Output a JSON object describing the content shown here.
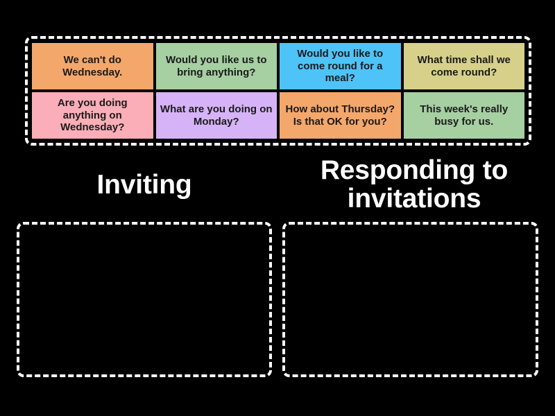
{
  "activity": {
    "type": "group-sort",
    "background_color": "#000000",
    "tile_text_color": "#1a1a1a",
    "heading_text_color": "#ffffff",
    "border_color": "#ffffff"
  },
  "tray": {
    "tiles": [
      {
        "text": "We can't do Wednesday.",
        "color": "#F3A76B"
      },
      {
        "text": "Would you like us to bring anything?",
        "color": "#A6CFA2"
      },
      {
        "text": "Would you like to come round for a meal?",
        "color": "#4EC3F7"
      },
      {
        "text": "What time shall we come round?",
        "color": "#D6D08A"
      },
      {
        "text": "Are you doing anything on Wednesday?",
        "color": "#FBAEB8"
      },
      {
        "text": "What are you doing on Monday?",
        "color": "#D6B3F7"
      },
      {
        "text": "How about Thursday? Is that OK for you?",
        "color": "#F3A76B"
      },
      {
        "text": "This week's really busy for us.",
        "color": "#A6CFA2"
      }
    ]
  },
  "categories": [
    {
      "heading": "Inviting",
      "items": []
    },
    {
      "heading": "Responding to invitations",
      "items": []
    }
  ]
}
